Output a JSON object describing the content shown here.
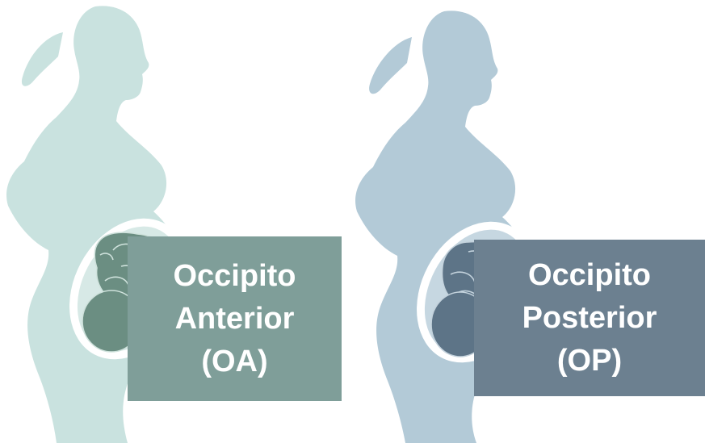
{
  "panels": [
    {
      "line1": "Occipito",
      "line2": "Anterior",
      "line3": "(OA)",
      "colors": {
        "silhouette": "#c9e2df",
        "belly_outline": "#d7e9e6",
        "baby": "#6b8e82",
        "baby_lines": "#cfe2dc",
        "label_box": "#7f9e99"
      }
    },
    {
      "line1": "Occipito",
      "line2": "Posterior",
      "line3": "(OP)",
      "colors": {
        "silhouette": "#b3cad7",
        "belly_outline": "#c6d7e1",
        "baby": "#5d7487",
        "baby_lines": "#c3d2dc",
        "label_box": "#6c8090"
      }
    }
  ]
}
